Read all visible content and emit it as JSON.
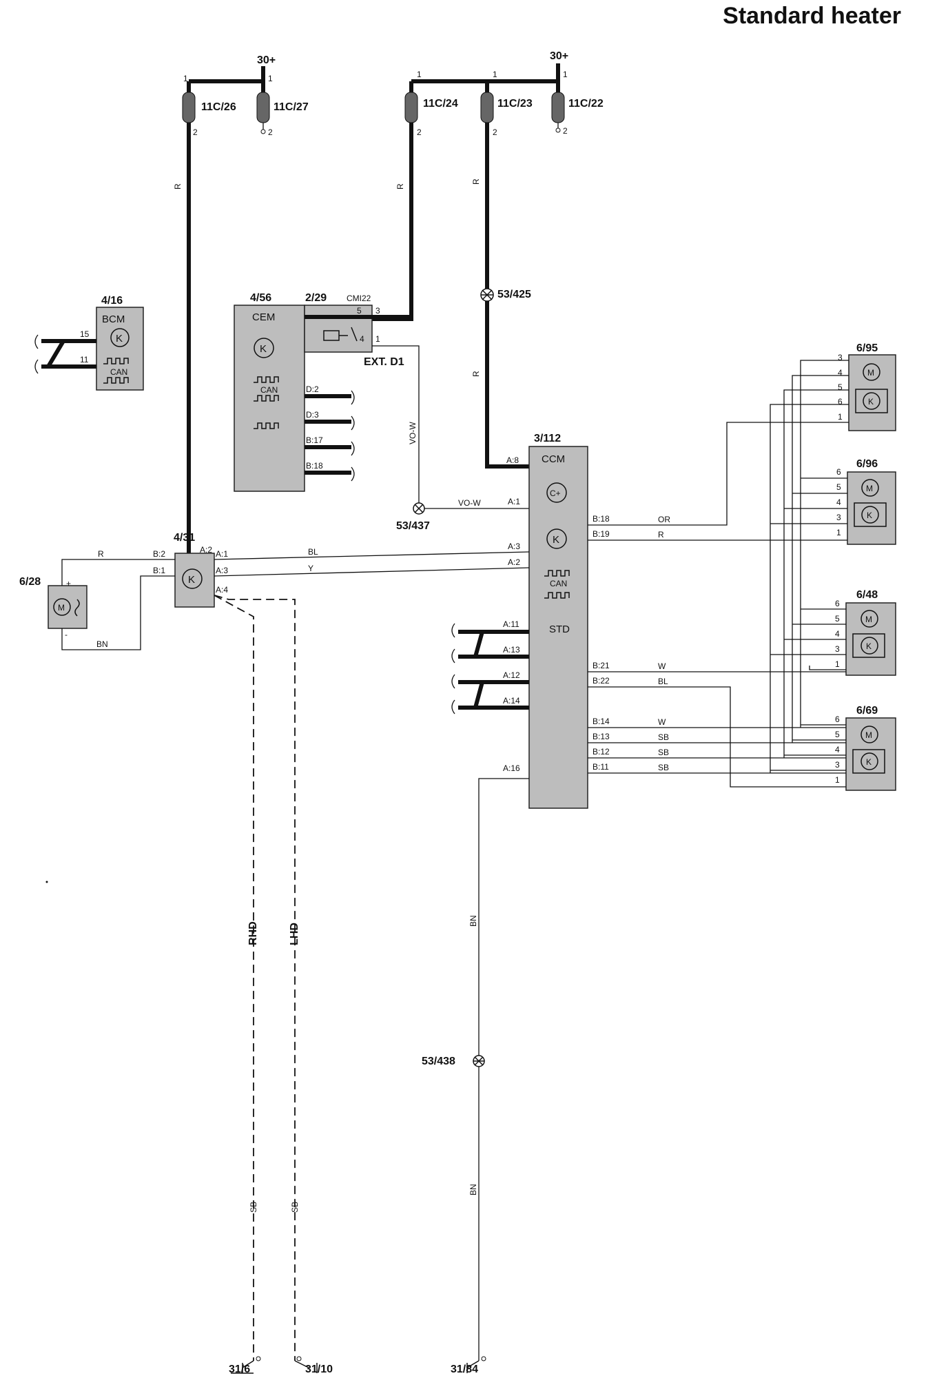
{
  "title": "Standard heater",
  "supply": {
    "left": "30+",
    "right": "30+"
  },
  "fuses": {
    "f26": "11C/26",
    "f27": "11C/27",
    "f24": "11C/24",
    "f23": "11C/23",
    "f22": "11C/22",
    "pin1": "1",
    "pin2": "2"
  },
  "modules": {
    "bcm_id": "4/16",
    "bcm_name": "BCM",
    "cem_id": "4/56",
    "cem_name": "CEM",
    "relay_id": "2/29",
    "relay_name": "CMI22",
    "relay_ext": "EXT. D1",
    "ccm_id": "3/112",
    "ccm_name": "CCM",
    "ccm_std": "STD",
    "m431_id": "4/31",
    "m628_id": "6/28",
    "m695_id": "6/95",
    "m696_id": "6/96",
    "m648_id": "6/48",
    "m669_id": "6/69",
    "can": "CAN",
    "k": "K",
    "m": "M"
  },
  "splices": {
    "s425": "53/425",
    "s437": "53/437",
    "s438": "53/438"
  },
  "grounds": {
    "g1": "31/6",
    "g2": "31/10",
    "g3": "31/84"
  },
  "pins": {
    "bcm_15": "15",
    "bcm_11": "11",
    "cem_4": "4",
    "cem_1": "1",
    "cem_2": "2",
    "cem_d2": "D:2",
    "cem_d3": "D:3",
    "cem_b17": "B:17",
    "cem_b18": "B:18",
    "relay_5": "5",
    "relay_3": "3",
    "relay_1": "1",
    "relay_4": "4",
    "m431_b2": "B:2",
    "m431_b1": "B:1",
    "m431_a2": "A:2",
    "m431_a1": "A:1",
    "m431_a3": "A:3",
    "m431_a4": "A:4",
    "ccm_a8": "A:8",
    "ccm_a1": "A:1",
    "ccm_a3": "A:3",
    "ccm_a2": "A:2",
    "ccm_a11": "A:11",
    "ccm_a13": "A:13",
    "ccm_a12": "A:12",
    "ccm_a14": "A:14",
    "ccm_a16": "A:16",
    "ccm_b18": "B:18",
    "ccm_b19": "B:19",
    "ccm_b21": "B:21",
    "ccm_b22": "B:22",
    "ccm_b14": "B:14",
    "ccm_b13": "B:13",
    "ccm_b12": "B:12",
    "ccm_b11": "B:11",
    "n1": "1",
    "n3": "3",
    "n4": "4",
    "n5": "5",
    "n6": "6",
    "plus": "+",
    "minus": "-"
  },
  "wires": {
    "R": "R",
    "VO_W": "VO-W",
    "BL": "BL",
    "Y": "Y",
    "BN": "BN",
    "OR": "OR",
    "W": "W",
    "SB": "SB",
    "RHD": "RHD",
    "LHD": "LHD"
  }
}
